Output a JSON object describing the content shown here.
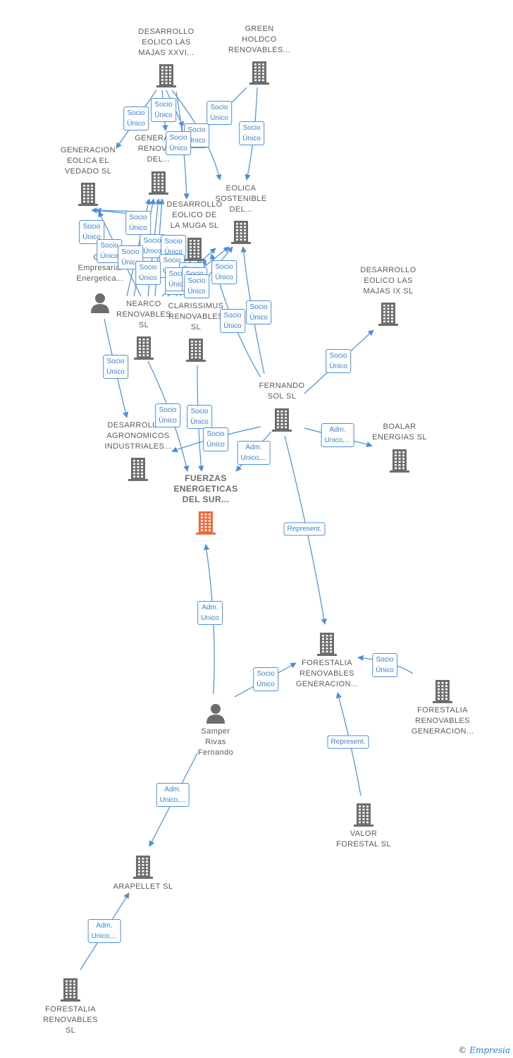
{
  "colors": {
    "edge": "#4a8fdc",
    "node_icon": "#6d6d6d",
    "focus_icon": "#f26a3a",
    "label": "#5a5a5a"
  },
  "nodes": [
    {
      "id": "desarrollo_eolico_majas_xxvi",
      "label": "DESARROLLO\nEOLICO LAS\nMAJAS XXVI...",
      "icon": "building-icon"
    },
    {
      "id": "green_holdco",
      "label": "GREEN\nHOLDCO\nRENOVABLES...",
      "icon": "building-icon"
    },
    {
      "id": "generacion_eolica_vedado",
      "label": "GENERACION\nEOLICA EL\nVEDADO SL",
      "icon": "building-icon"
    },
    {
      "id": "generacion_renov_del",
      "label": "GENERAC...\nRENOVA...\nDEL...",
      "icon": "building-icon"
    },
    {
      "id": "eolica_sostenible",
      "label": "EOLICA\nSOSTENIBLE\nDEL...",
      "icon": "building-icon"
    },
    {
      "id": "desarrollo_eolico_muga",
      "label": "DESARROLLO\nEOLICO DE\nLA MUGA SL",
      "icon": "building-icon"
    },
    {
      "id": "grupo_empresarial",
      "label": "G...\nEmpresarial\nEnergetica...",
      "icon": "person-icon"
    },
    {
      "id": "nearco",
      "label": "NEARCO\nRENOVABLES\nSL",
      "icon": "building-icon"
    },
    {
      "id": "clarissimus",
      "label": "CLARISSIMUS\nRENOVABLES\nSL",
      "icon": "building-icon"
    },
    {
      "id": "desarrollo_eolico_majas_ix",
      "label": "DESARROLLO\nEOLICO LAS\nMAJAS IX  SL",
      "icon": "building-icon"
    },
    {
      "id": "fernando_sol",
      "label": "FERNANDO\nSOL SL",
      "icon": "building-icon"
    },
    {
      "id": "desarrollos_agronomicos",
      "label": "DESARROLLOS\nAGRONOMICOS\nINDUSTRIALES...",
      "icon": "building-icon"
    },
    {
      "id": "boalar",
      "label": "BOALAR\nENERGIAS  SL",
      "icon": "building-icon"
    },
    {
      "id": "fuerzas_energeticas",
      "label": "FUERZAS\nENERGETICAS\nDEL SUR...",
      "icon": "building-icon-focus"
    },
    {
      "id": "forestalia_generacion_a",
      "label": "FORESTALIA\nRENOVABLES\nGENERACION...",
      "icon": "building-icon"
    },
    {
      "id": "forestalia_generacion_b",
      "label": "FORESTALIA\nRENOVABLES\nGENERACION...",
      "icon": "building-icon"
    },
    {
      "id": "samper_rivas",
      "label": "Samper\nRivas\nFernando",
      "icon": "person-icon"
    },
    {
      "id": "valor_forestal",
      "label": "VALOR\nFORESTAL SL",
      "icon": "building-icon"
    },
    {
      "id": "arapellet",
      "label": "ARAPELLET  SL",
      "icon": "building-icon"
    },
    {
      "id": "forestalia_renovables",
      "label": "FORESTALIA\nRENOVABLES\nSL",
      "icon": "building-icon"
    }
  ],
  "edge_labels": [
    "Socio\nÚnico",
    "Socio\nÚnico",
    "Socio\nÚnico",
    "Socio\nÚnico",
    "Socio\nÚnico",
    "Socio\nÚnico",
    "Socio\nÚnico",
    "Socio\nÚnico",
    "Socio\nÚnico",
    "Socio\nÚnico",
    "Socio\nÚnico",
    "Socio\nÚnico",
    "Socio\nÚnico",
    "Socio\nÚnico",
    "Socio\nÚnico",
    "Socio\nÚnico",
    "Socio\nÚnico",
    "Socio\nÚnico",
    "Socio\nÚnico",
    "Socio\nÚnico",
    "Socio\nÚnico",
    "Socio\nÚnico",
    "Socio\nÚnico",
    "Socio\nÚnico",
    "Socio\nÚnico",
    "Socio\nÚnico",
    "Adm.\nUnico,...",
    "Socio\nÚnico",
    "Adm.\nUnico,...",
    "Represent.",
    "Adm.\nUnico",
    "Socio\nÚnico",
    "Socio\nÚnico",
    "Represent.",
    "Adm.\nUnico,..."
  ],
  "brand": {
    "copyright": "©",
    "name": "Empresia"
  }
}
